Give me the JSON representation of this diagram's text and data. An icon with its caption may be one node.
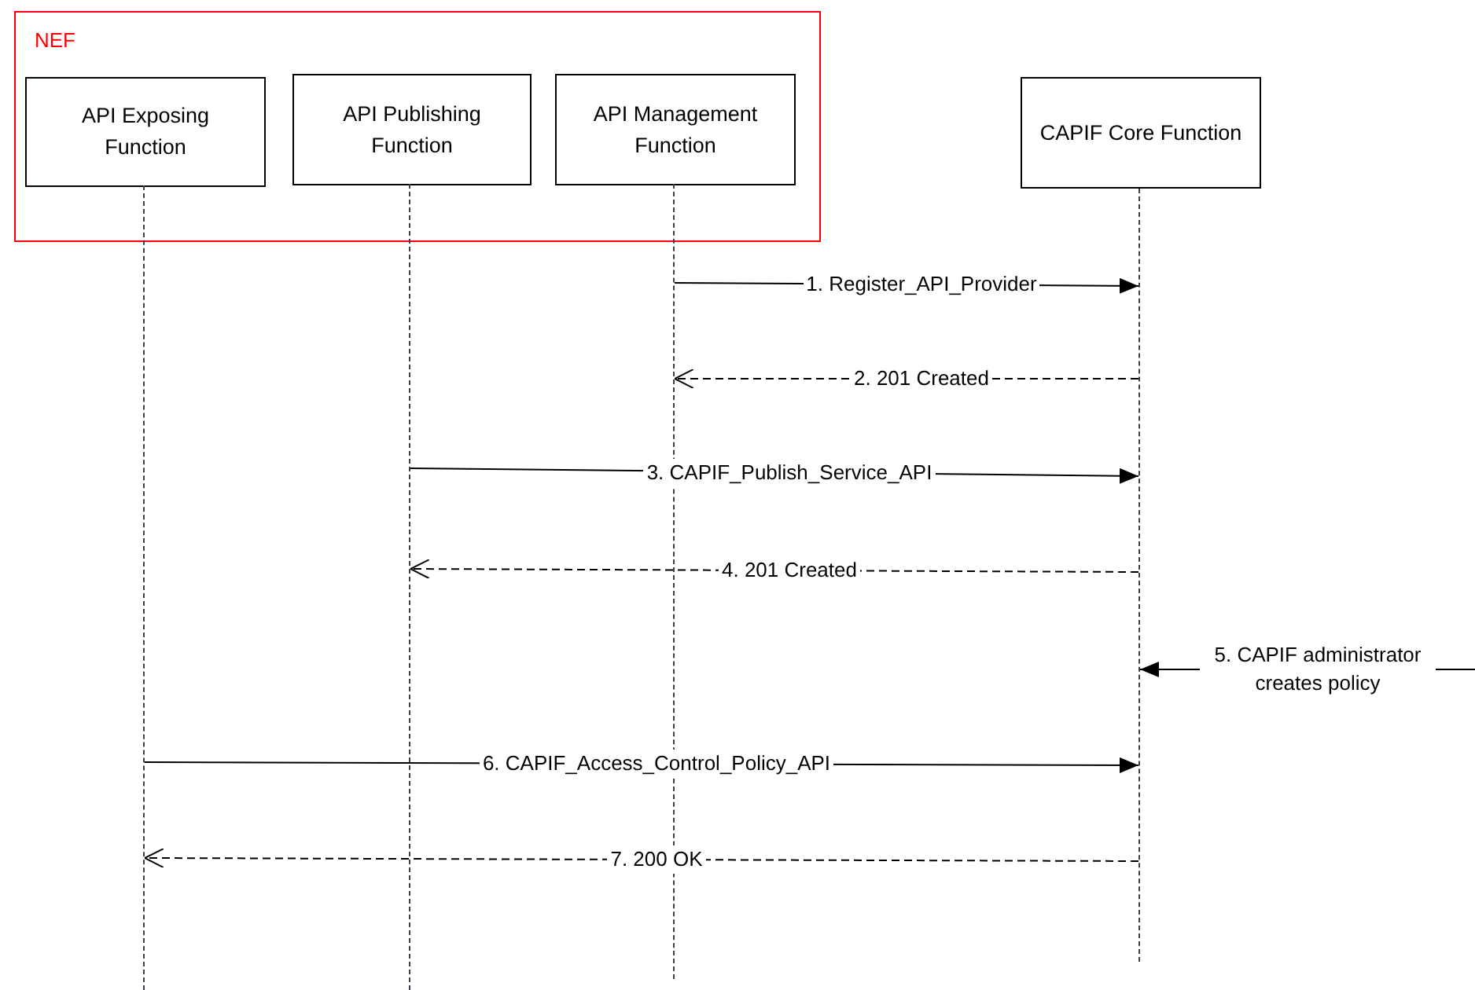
{
  "diagram": {
    "nodes": [
      {
        "text": [
          "NEF"
        ]
      },
      {
        "text": [
          "API Exposing Function"
        ],
        "in": 0
      },
      {
        "text": [
          "API Publishing Function"
        ],
        "in": 0
      },
      {
        "text": [
          "API Management Function"
        ],
        "in": 0
      },
      {
        "text": [
          "CAPIF Core Function"
        ]
      },
      {
        "text": [],
        "shape": "line"
      },
      {
        "text": [],
        "shape": "line"
      },
      {
        "text": [],
        "shape": "line"
      },
      {
        "text": [],
        "shape": "line"
      }
    ],
    "edges": [
      {
        "from": 7,
        "to": 8,
        "arrow": "to",
        "label": "1. Register_API_Provider"
      },
      {
        "from": 8,
        "to": 7,
        "arrow": "to",
        "label": "2. 201 Created",
        "style": "dashed"
      },
      {
        "from": 6,
        "to": 8,
        "arrow": "to",
        "label": "3. CAPIF_Publish_Service_API"
      },
      {
        "from": 8,
        "to": 6,
        "arrow": "to",
        "label": "4. 201 Created",
        "style": "dashed"
      },
      {
        "from": null,
        "to": 8,
        "arrow": "to",
        "label": "5. CAPIF administrator creates policy"
      },
      {
        "from": 5,
        "to": 8,
        "arrow": "to",
        "label": "6. CAPIF_Access_Control_Policy_API"
      },
      {
        "from": 8,
        "to": 5,
        "arrow": "to",
        "label": "7. 200 OK",
        "style": "dashed"
      }
    ]
  }
}
